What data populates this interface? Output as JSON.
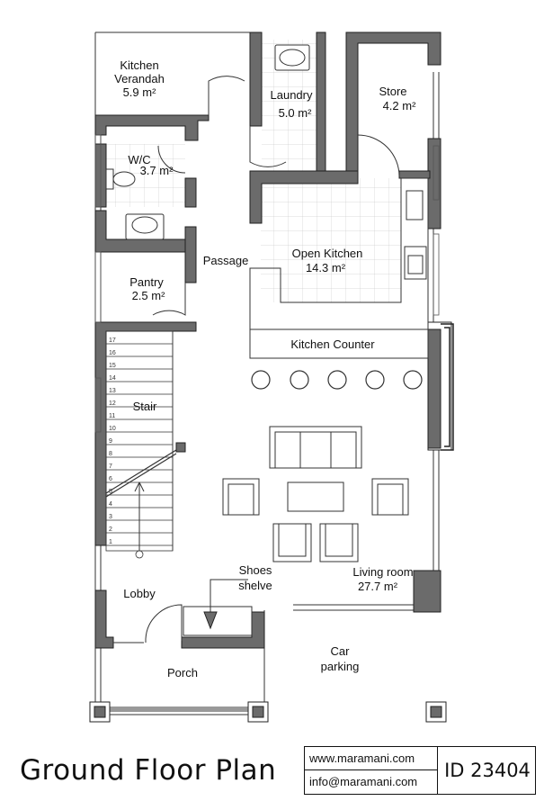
{
  "rooms": {
    "kitchen_verandah": {
      "name_line1": "Kitchen",
      "name_line2": "Verandah",
      "area": "5.9 m²"
    },
    "laundry": {
      "name": "Laundry",
      "area": "5.0 m²"
    },
    "store": {
      "name": "Store",
      "area": "4.2 m²"
    },
    "wc": {
      "name": "W/C",
      "area": "3.7 m²"
    },
    "passage": {
      "name": "Passage"
    },
    "open_kitchen": {
      "name": "Open Kitchen",
      "area": "14.3 m²"
    },
    "pantry": {
      "name": "Pantry",
      "area": "2.5 m²"
    },
    "kitchen_counter": {
      "name": "Kitchen Counter"
    },
    "stair": {
      "name": "Stair"
    },
    "living_room": {
      "name": "Living room",
      "area": "27.7 m²"
    },
    "lobby": {
      "name": "Lobby"
    },
    "shoes_shelve": {
      "name_line1": "Shoes",
      "name_line2": "shelve"
    },
    "porch": {
      "name": "Porch"
    },
    "car_parking": {
      "name_line1": "Car",
      "name_line2": "parking"
    }
  },
  "stair_steps": [
    "17",
    "16",
    "15",
    "14",
    "13",
    "12",
    "11",
    "10",
    "9",
    "8",
    "7",
    "6",
    "5",
    "4",
    "3",
    "2",
    "1"
  ],
  "footer": {
    "title": "Ground Floor Plan",
    "website": "www.maramani.com",
    "email": "info@maramani.com",
    "plan_id": "ID 23404"
  },
  "colors": {
    "wall": "#6b6b6b",
    "wall_outline": "#222222",
    "tile": "#cfcfcf",
    "background": "#ffffff"
  }
}
